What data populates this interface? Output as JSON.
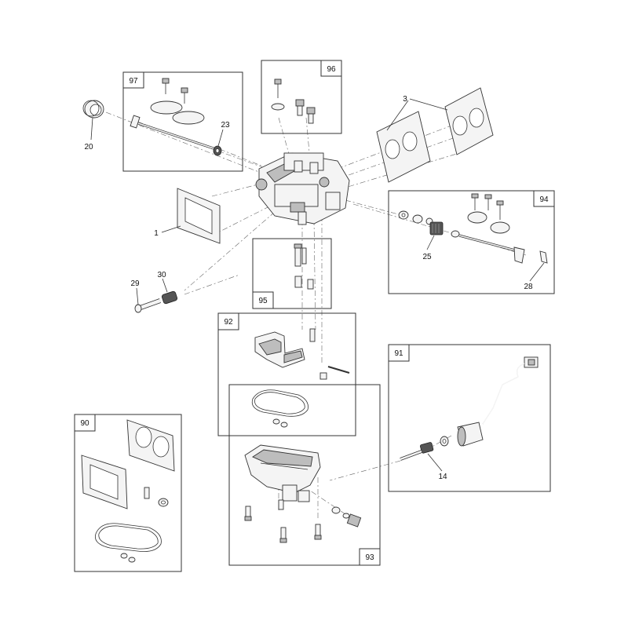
{
  "kit_labels": {
    "k97": "97",
    "k96": "96",
    "k94": "94",
    "k95": "95",
    "k92": "92",
    "k91": "91",
    "k90": "90",
    "k93": "93"
  },
  "callouts": {
    "c20": "20",
    "c23": "23",
    "c3": "3",
    "c1": "1",
    "c94_25": "25",
    "c28": "28",
    "c29": "29",
    "c30": "30",
    "c14": "14"
  }
}
